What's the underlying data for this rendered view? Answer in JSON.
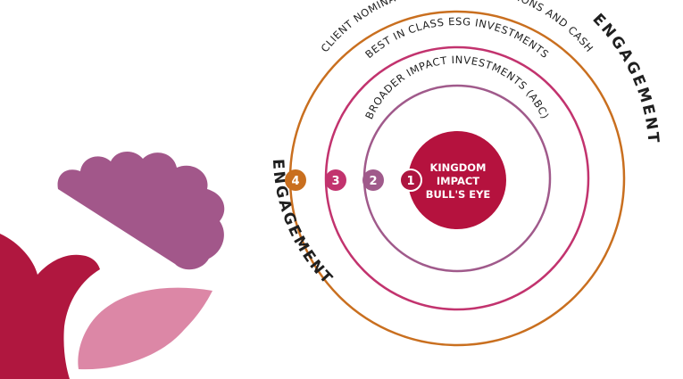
{
  "colors": {
    "ring4": "#c96f1f",
    "ring3": "#c2336e",
    "ring2": "#a05a8b",
    "ring1": "#ad1540",
    "bullseye": "#b5123e",
    "flower_purple": "#a2578a",
    "flower_red": "#b0173f",
    "flower_pink": "#dc87a6"
  },
  "rings": [
    {
      "number": "4",
      "label": "CLIENT NOMINATED INVESTMENT OPTIONS AND CASH"
    },
    {
      "number": "3",
      "label": "BEST IN CLASS ESG INVESTMENTS"
    },
    {
      "number": "2",
      "label": "BROADER IMPACT INVESTMENTS (ABC)"
    },
    {
      "number": "1",
      "label": ""
    }
  ],
  "bullseye": {
    "line1": "KINGDOM",
    "line2": "IMPACT",
    "line3": "BULL'S EYE"
  },
  "engagement_top": "ENGAGEMENT",
  "engagement_left": "ENGAGEMENT"
}
